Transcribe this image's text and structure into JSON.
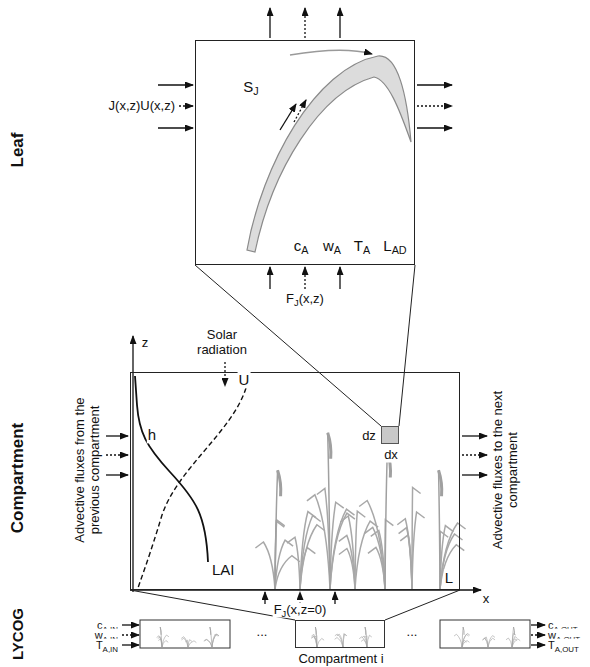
{
  "diagram": {
    "nodes": [
      {
        "text": [
          "SJ",
          "cA",
          "wA",
          "TA",
          "LAD"
        ]
      },
      {
        "text": [
          "h",
          "U",
          "LAI",
          "L"
        ]
      },
      {
        "text": [
          "dz",
          "dx"
        ],
        "in": 1
      },
      {
        "text": [
          "Compartment i"
        ]
      }
    ],
    "edges": [
      {
        "from": 2,
        "to": 0,
        "arrow": "none"
      },
      {
        "from": 2,
        "to": 0,
        "arrow": "none"
      },
      {
        "from": 3,
        "to": 1,
        "arrow": "none"
      },
      {
        "from": 3,
        "to": 1,
        "arrow": "none"
      }
    ],
    "labels": [
      "Leaf",
      "Compartment",
      "LYCOG",
      "J(x,z)U(x,z)",
      "FJ(x,z)",
      "z",
      "Solar radiation",
      "Advective fluxes from the previous compartment",
      "Advective fluxes to the next compartment",
      "x",
      "FJ(x,z=0)",
      "cA,IN",
      "wA,IN",
      "TA,IN",
      "...",
      "...",
      "cA,OUT",
      "wA,OUT",
      "TA,OUT"
    ]
  }
}
